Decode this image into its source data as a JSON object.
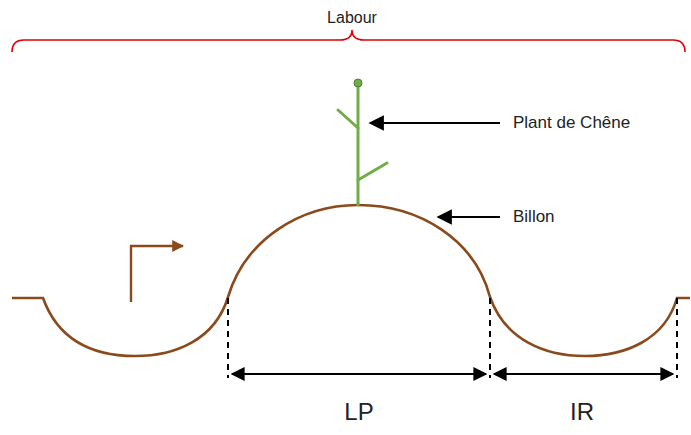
{
  "diagram": {
    "labels": [
      "Labour",
      "Plant de Chêne",
      "Billon",
      "LP",
      "IR"
    ]
  }
}
